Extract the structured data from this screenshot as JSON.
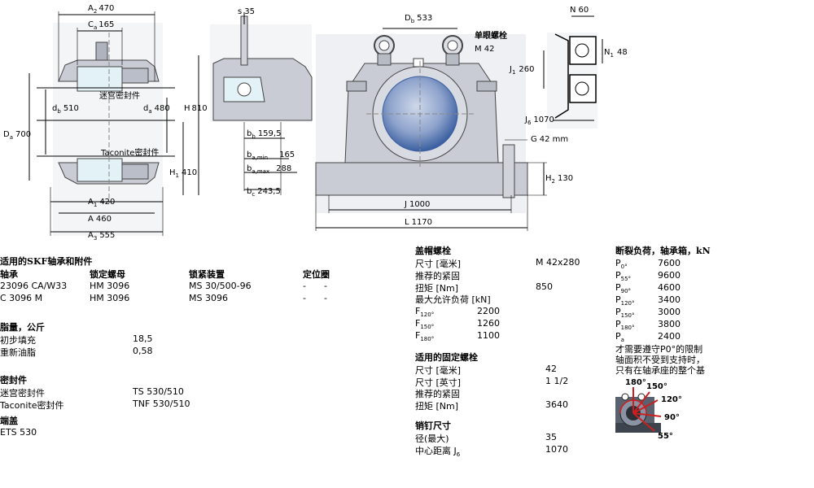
{
  "dims": {
    "A2": "A",
    "A2sub": "2",
    "A2val": "470",
    "Ca": "C",
    "Casub": "a",
    "Caval": "165",
    "s": "s",
    "sval": "35",
    "Db": "D",
    "Dbsub": "b",
    "Dbval": "533",
    "single_eye_bolt": "单眼螺栓",
    "M42": "M 42",
    "N": "N",
    "Nval": "60",
    "N1": "N",
    "N1sub": "1",
    "N1val": "48",
    "J1": "J",
    "J1sub": "1",
    "J1val": "260",
    "J6": "J",
    "J6sub": "6",
    "J6val": "1070",
    "G": "G",
    "Gval": "42 mm",
    "labyrinth": "迷宫密封件",
    "db": "d",
    "dbsub": "b",
    "dbval": "510",
    "da": "d",
    "dasub": "a",
    "daval": "480",
    "H": "H",
    "Hval": "810",
    "Da": "D",
    "Dasub": "a",
    "Daval": "700",
    "taconite": "Taconite密封件",
    "H1": "H",
    "H1sub": "1",
    "H1val": "410",
    "A1": "A",
    "A1sub": "1",
    "A1val": "420",
    "A": "A",
    "Aval": "460",
    "A3": "A",
    "A3sub": "3",
    "A3val": "555",
    "bb": "b",
    "bbsub": "b",
    "bbval": "159,5",
    "bamin": "b",
    "baminsub": "a,min",
    "baminval": "165",
    "bamax": "b",
    "bamaxsub": "a,max",
    "bamaxval": "288",
    "bc": "b",
    "bcsub": "c",
    "bcval": "243,5",
    "H2": "H",
    "H2sub": "2",
    "H2val": "130",
    "J": "J",
    "Jval": "1000",
    "L": "L",
    "Lval": "1170",
    "angles": [
      "180°",
      "150°",
      "120°",
      "90°",
      "55°"
    ]
  },
  "col1": {
    "title": "适用的SKF轴承和附件",
    "headers": [
      "轴承",
      "锁定螺母",
      "锁紧装置",
      "定位圈"
    ],
    "rows": [
      [
        "23096 CA/W33",
        "HM 3096",
        "MS 30/500-96",
        "-",
        "-"
      ],
      [
        "C 3096 M",
        "HM 3096",
        "MS 3096",
        "-",
        "-"
      ]
    ],
    "grease_title": "脂量，公斤",
    "grease": [
      [
        "初步填充",
        "18,5"
      ],
      [
        "重新油脂",
        "0,58"
      ]
    ],
    "seals_title": "密封件",
    "seals": [
      [
        "迷宫密封件",
        "TS 530/510"
      ],
      [
        "Taconite密封件",
        "TNF 530/510"
      ]
    ],
    "endcover_title": "端盖",
    "endcover": "ETS 530"
  },
  "col2": {
    "cap_title": "盖帽螺栓",
    "cap": [
      {
        "label": "尺寸 [毫米]",
        "value": "M 42x280"
      },
      {
        "label": "推荐的紧固",
        "value": ""
      },
      {
        "label": "扭矩 [Nm]",
        "value": "850"
      },
      {
        "label": "最大允许负荷 [kN]",
        "value": ""
      }
    ],
    "loads": [
      {
        "main": "F",
        "sub": "120°",
        "value": "2200"
      },
      {
        "main": "F",
        "sub": "150°",
        "value": "1260"
      },
      {
        "main": "F",
        "sub": "180°",
        "value": "1100"
      }
    ],
    "fix_title": "适用的固定螺栓",
    "fix": [
      {
        "label": "尺寸 [毫米]",
        "value": "42"
      },
      {
        "label": "尺寸 [英寸]",
        "value": "1 1/2"
      },
      {
        "label": "推荐的紧固",
        "value": ""
      },
      {
        "label": "扭矩 [Nm]",
        "value": "3640"
      }
    ],
    "dowel_title": "销钉尺寸",
    "dowel": [
      {
        "label": "径(最大)",
        "value": "35"
      }
    ],
    "dowel_j6_label": "中心距离 J",
    "dowel_j6_sub": "6",
    "dowel_j6_value": "1070"
  },
  "col3": {
    "title": "断裂负荷，轴承箱，kN",
    "loads": [
      {
        "main": "P",
        "sub": "0°",
        "value": "7600"
      },
      {
        "main": "P",
        "sub": "55°",
        "value": "9600"
      },
      {
        "main": "P",
        "sub": "90°",
        "value": "4600"
      },
      {
        "main": "P",
        "sub": "120°",
        "value": "3400"
      },
      {
        "main": "P",
        "sub": "150°",
        "value": "3000"
      },
      {
        "main": "P",
        "sub": "180°",
        "value": "3800"
      },
      {
        "main": "P",
        "sub": "a",
        "value": "2400"
      }
    ],
    "note": [
      "才需要遵守P0°的限制",
      "轴面积不受到支持时，",
      "只有在轴承座的整个基"
    ]
  },
  "colors": {
    "drawing_fill": "#e6e8ec",
    "housing": "#c9ccd4",
    "shaft": "#3a5fa0",
    "accent": "#cc1f1f"
  }
}
